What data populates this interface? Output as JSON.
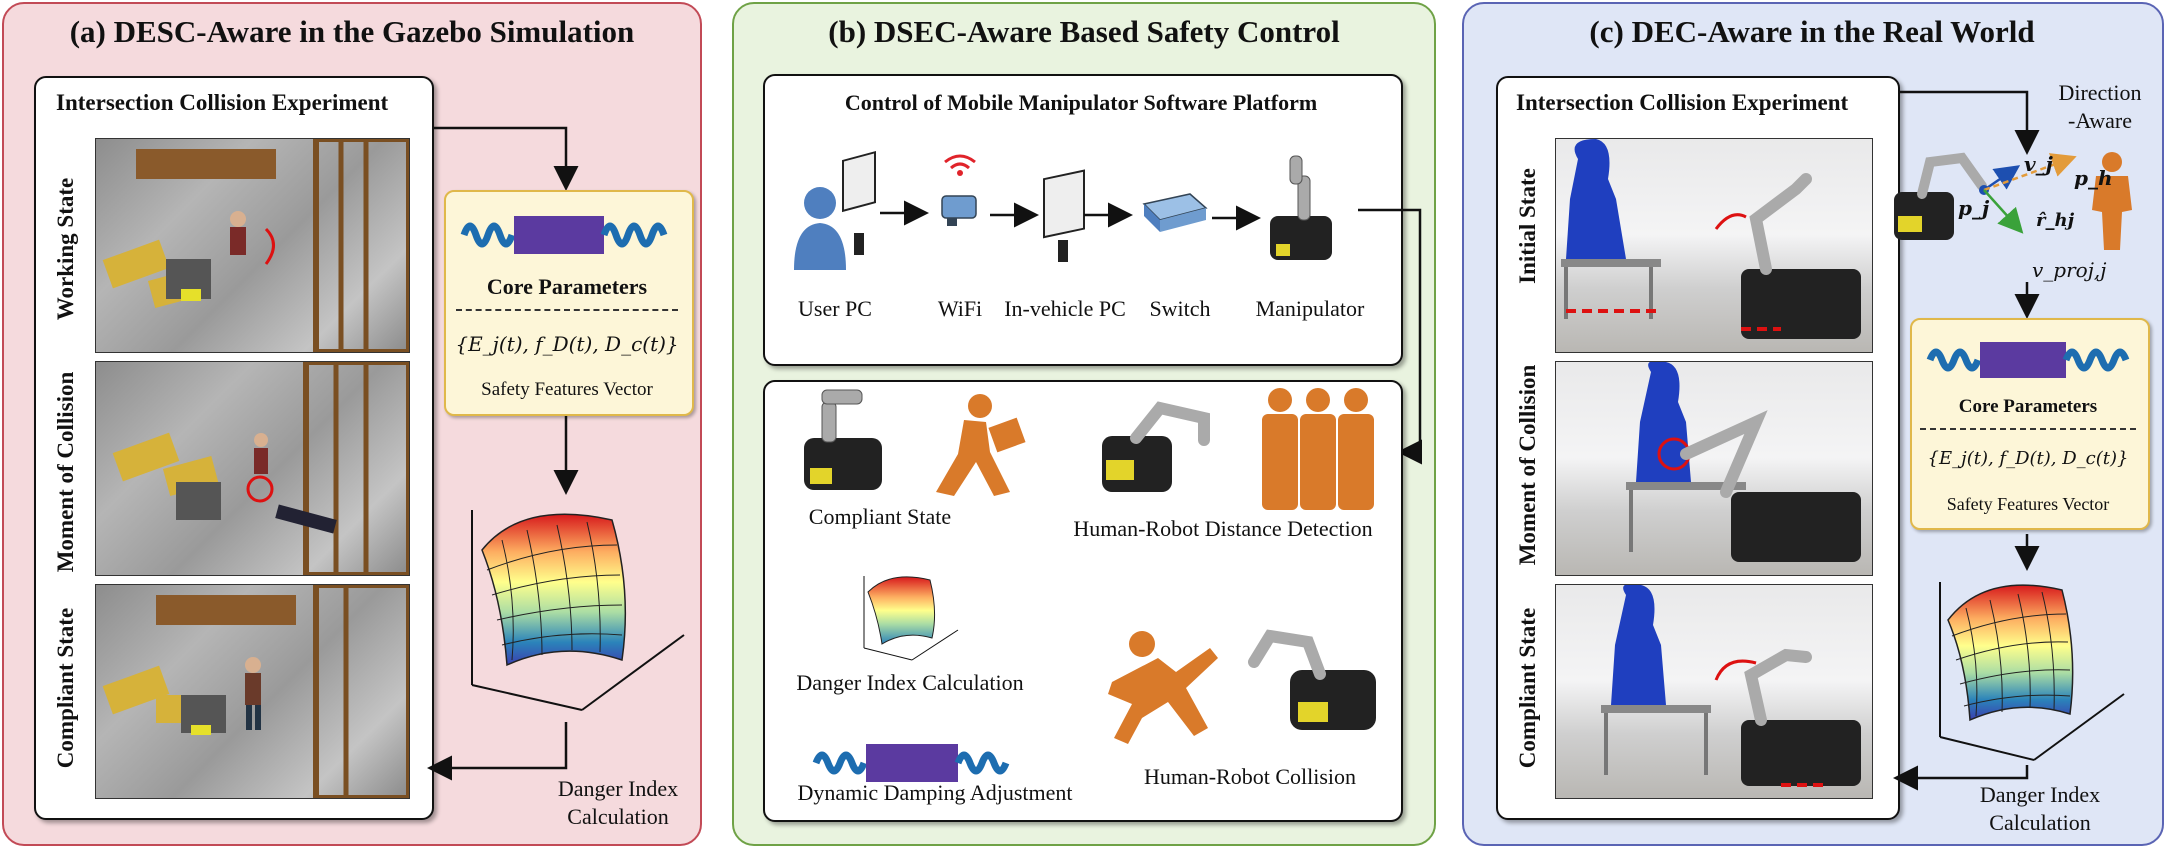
{
  "panels": {
    "a": {
      "title": "(a) DESC-Aware in the Gazebo Simulation",
      "box_title": "Intersection Collision Experiment",
      "states": [
        "Working State",
        "Moment of Collision",
        "Compliant State"
      ],
      "core_parameters": "Core Parameters",
      "formula": "{E_j(t), f_D(t), D_c(t)}",
      "safety_vector": "Safety Features Vector",
      "danger_line1": "Danger  Index",
      "danger_line2": "Calculation"
    },
    "b": {
      "title": "(b) DSEC-Aware Based Safety Control",
      "top_title": "Control of Mobile Manipulator Software Platform",
      "chain": [
        "User PC",
        "WiFi",
        "In-vehicle PC",
        "Switch",
        "Manipulator"
      ],
      "compliant_state": "Compliant State",
      "distance_detection": "Human-Robot Distance Detection",
      "danger_calc": "Danger  Index Calculation",
      "collision": "Human-Robot Collision",
      "damping": "Dynamic Damping Adjustment"
    },
    "c": {
      "title": "(c) DEC-Aware in the Real World",
      "box_title": "Intersection Collision Experiment",
      "states": [
        "Initial State",
        "Moment of Collision",
        "Compliant State"
      ],
      "direction_line1": "Direction",
      "direction_line2": "-Aware",
      "core_parameters": "Core Parameters",
      "formula": "{E_j(t), f_D(t), D_c(t)}",
      "safety_vector": "Safety Features Vector",
      "danger_line1": "Danger  Index",
      "danger_line2": "Calculation",
      "vec_vj": "v_j",
      "vec_pj": "p_j",
      "vec_ph": "p_h",
      "vec_rhj": "r̂_hj",
      "vec_vproj": "v_proj,j"
    }
  },
  "colors": {
    "panel_a_bg": "#f5dadd",
    "panel_a_border": "#c24a56",
    "panel_b_bg": "#e9f3df",
    "panel_b_border": "#6fa246",
    "panel_c_bg": "#dfe6f6",
    "panel_c_border": "#5a64b4",
    "human_orange": "#d97a2a",
    "spring_blue": "#1d6db0",
    "damper_purple": "#5b3aa0",
    "yellow_box_bg": "#fdf6d8",
    "yellow_box_border": "#e0b84a"
  },
  "icons": [
    "user-pc-icon",
    "wifi-icon",
    "in-vehicle-pc-icon",
    "switch-icon",
    "manipulator-icon",
    "human-icon",
    "spring-damper-icon",
    "danger-surface-icon"
  ]
}
